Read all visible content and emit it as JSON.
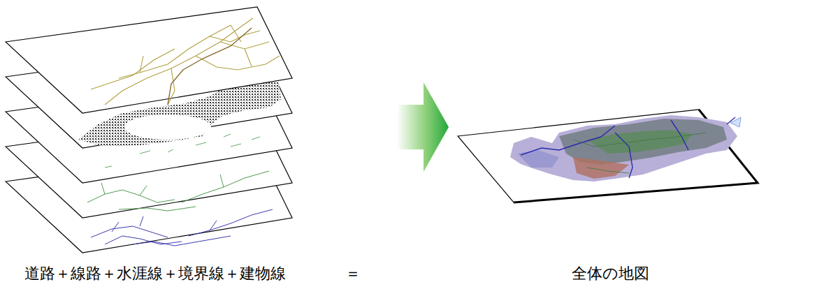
{
  "diagram": {
    "labels": [
      "道路＋線路＋水涯線＋境界線＋建物線",
      "＝",
      "全体の地図"
    ]
  }
}
